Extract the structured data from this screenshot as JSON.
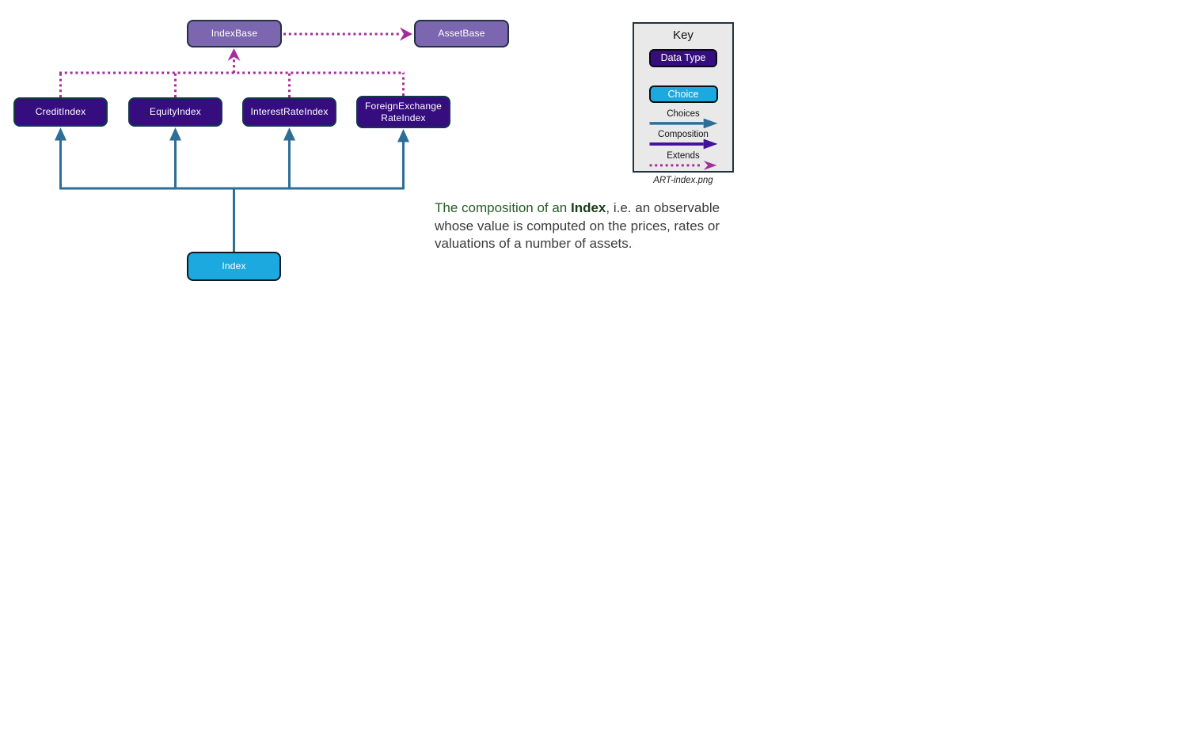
{
  "diagram": {
    "nodes": {
      "index_base": {
        "label": "IndexBase",
        "role": "base"
      },
      "asset_base": {
        "label": "AssetBase",
        "role": "base"
      },
      "credit_index": {
        "label": "CreditIndex",
        "role": "data_type"
      },
      "equity_index": {
        "label": "EquityIndex",
        "role": "data_type"
      },
      "interest_rate_index": {
        "label": "InterestRateIndex",
        "role": "data_type"
      },
      "foreign_exchange_rate_index": {
        "label": "ForeignExchange\nRateIndex",
        "full_name": "ForeignExchangeRateIndex",
        "role": "data_type"
      },
      "index": {
        "label": "Index",
        "role": "choice"
      }
    },
    "edges": [
      {
        "from": "IndexBase",
        "to": "AssetBase",
        "type": "extends"
      },
      {
        "from": "CreditIndex",
        "to": "IndexBase",
        "type": "extends"
      },
      {
        "from": "EquityIndex",
        "to": "IndexBase",
        "type": "extends"
      },
      {
        "from": "InterestRateIndex",
        "to": "IndexBase",
        "type": "extends"
      },
      {
        "from": "ForeignExchangeRateIndex",
        "to": "IndexBase",
        "type": "extends"
      },
      {
        "from": "Index",
        "to": "CreditIndex",
        "type": "choices"
      },
      {
        "from": "Index",
        "to": "EquityIndex",
        "type": "choices"
      },
      {
        "from": "Index",
        "to": "InterestRateIndex",
        "type": "choices"
      },
      {
        "from": "Index",
        "to": "ForeignExchangeRateIndex",
        "type": "choices"
      }
    ]
  },
  "key": {
    "title": "Key",
    "data_type_label": "Data Type",
    "choice_label": "Choice",
    "arrows": [
      {
        "label": "Choices",
        "style": "solid",
        "color": "#2E6E96"
      },
      {
        "label": "Composition",
        "style": "solid",
        "color": "#44119B"
      },
      {
        "label": "Extends",
        "style": "dotted",
        "color": "#A22D9B"
      }
    ],
    "caption": "ART-index.png"
  },
  "annotation": {
    "segments": [
      {
        "text": "The composition of an ",
        "color": "#265B27",
        "bold": false
      },
      {
        "text": "Index",
        "color": "#163E18",
        "bold": true
      },
      {
        "text": ",",
        "color": "#265B27",
        "bold": false
      },
      {
        "text": " i.e. an observable whose value is computed on the prices, rates or valuations of a number of assets",
        "color": "#3B3B3B",
        "bold": false
      },
      {
        "text": ".",
        "color": "#265B27",
        "bold": false
      }
    ]
  },
  "colors": {
    "base_fill": "#7C66AF",
    "data_type_fill": "#350D7E",
    "choice_fill": "#1CA9E0",
    "choices_arrow": "#2E6E96",
    "composition_arrow": "#44119B",
    "extends_arrow": "#A22D9B",
    "key_background": "#E9E9E9",
    "annotation_green": "#265B27",
    "annotation_gray": "#3B3B3B"
  }
}
